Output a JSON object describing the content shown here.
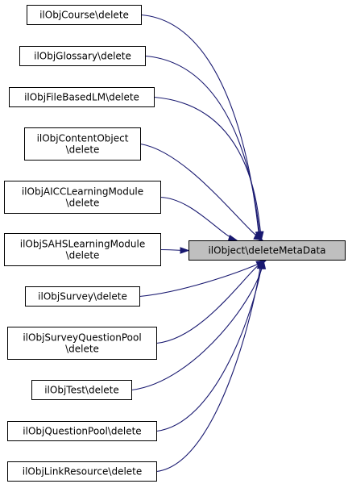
{
  "graph": {
    "edge_color": "#191970",
    "target_fill": "#bfbfbf",
    "target": {
      "lines": [
        "ilObject\\deleteMetaData"
      ]
    },
    "callers": [
      {
        "lines": [
          "ilObjCourse\\delete"
        ]
      },
      {
        "lines": [
          "ilObjGlossary\\delete"
        ]
      },
      {
        "lines": [
          "ilObjFileBasedLM\\delete"
        ]
      },
      {
        "lines": [
          "ilObjContentObject",
          "\\delete"
        ]
      },
      {
        "lines": [
          "ilObjAICCLearningModule",
          "\\delete"
        ]
      },
      {
        "lines": [
          "ilObjSAHSLearningModule",
          "\\delete"
        ]
      },
      {
        "lines": [
          "ilObjSurvey\\delete"
        ]
      },
      {
        "lines": [
          "ilObjSurveyQuestionPool",
          "\\delete"
        ]
      },
      {
        "lines": [
          "ilObjTest\\delete"
        ]
      },
      {
        "lines": [
          "ilObjQuestionPool\\delete"
        ]
      },
      {
        "lines": [
          "ilObjLinkResource\\delete"
        ]
      }
    ]
  }
}
